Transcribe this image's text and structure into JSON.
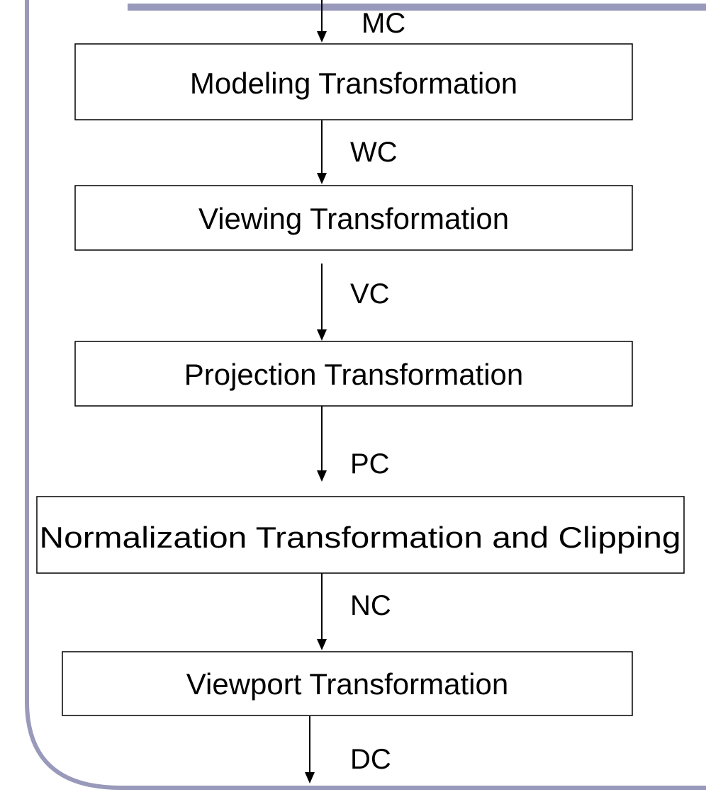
{
  "diagram": {
    "stages": [
      {
        "label": "Modeling Transformation"
      },
      {
        "label": "Viewing Transformation"
      },
      {
        "label": "Projection Transformation"
      },
      {
        "label": "Normalization Transformation and Clipping"
      },
      {
        "label": "Viewport Transformation"
      }
    ],
    "coordinates": [
      {
        "label": "MC"
      },
      {
        "label": "WC"
      },
      {
        "label": "VC"
      },
      {
        "label": "PC"
      },
      {
        "label": "NC"
      },
      {
        "label": "DC"
      }
    ]
  },
  "colors": {
    "frame": "#9999bb",
    "box_border": "#000000",
    "text": "#000000"
  }
}
